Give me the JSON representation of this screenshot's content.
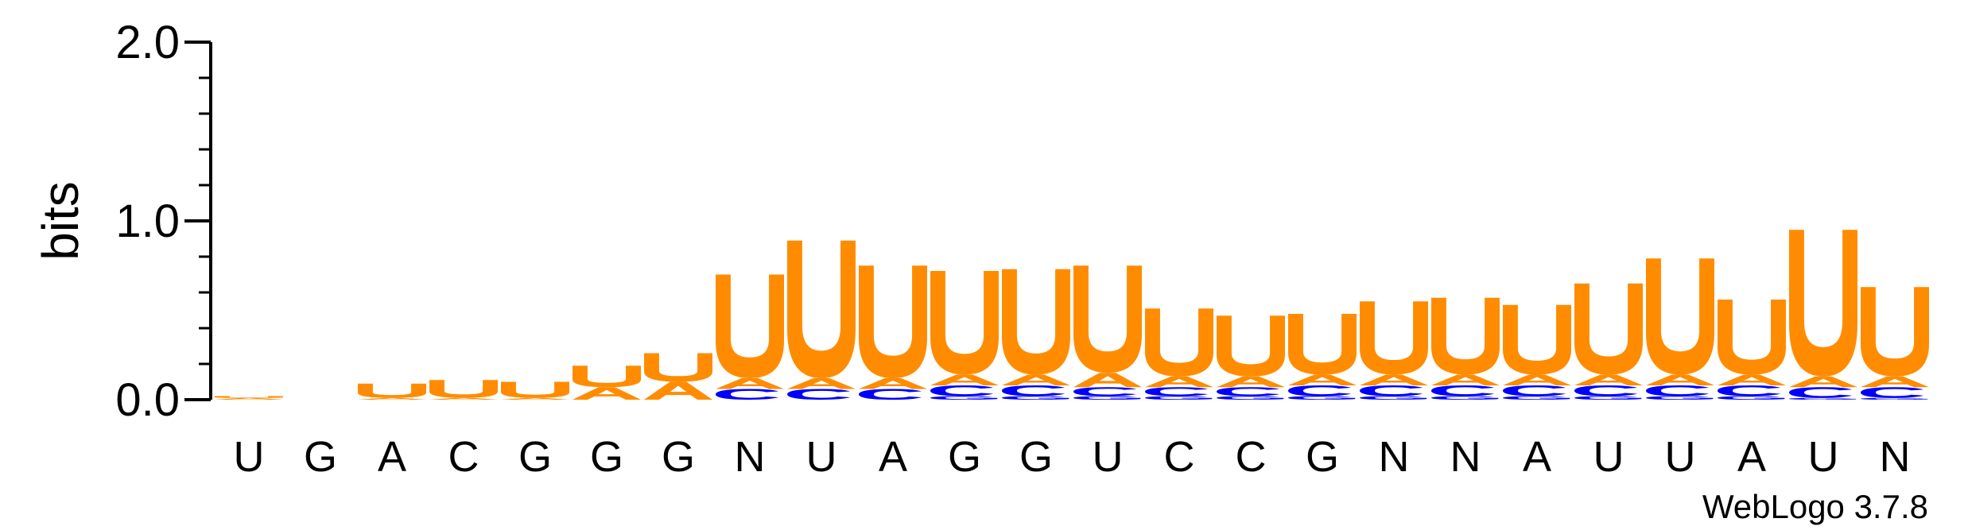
{
  "chart_data": {
    "type": "sequence-logo",
    "ylabel": "bits",
    "ylim": [
      0,
      2.0
    ],
    "yticks": [
      "0.0",
      "1.0",
      "2.0"
    ],
    "yticks_values": [
      0.0,
      1.0,
      2.0
    ],
    "x_labels": [
      "U",
      "G",
      "A",
      "C",
      "G",
      "G",
      "G",
      "N",
      "U",
      "A",
      "G",
      "G",
      "U",
      "C",
      "C",
      "G",
      "N",
      "N",
      "A",
      "U",
      "U",
      "A",
      "U",
      "N"
    ],
    "credit": "WebLogo 3.7.8",
    "colors": {
      "U": "#ff8c00",
      "A": "#ff8c00",
      "C": "#0000ff",
      "G": "#0000ff"
    },
    "positions": [
      {
        "stack": [
          {
            "letter": "A",
            "bits": 0.01
          },
          {
            "letter": "U",
            "bits": 0.01
          }
        ]
      },
      {
        "stack": []
      },
      {
        "stack": [
          {
            "letter": "A",
            "bits": 0.01
          },
          {
            "letter": "U",
            "bits": 0.08
          }
        ]
      },
      {
        "stack": [
          {
            "letter": "A",
            "bits": 0.01
          },
          {
            "letter": "U",
            "bits": 0.1
          }
        ]
      },
      {
        "stack": [
          {
            "letter": "A",
            "bits": 0.01
          },
          {
            "letter": "U",
            "bits": 0.09
          }
        ]
      },
      {
        "stack": [
          {
            "letter": "A",
            "bits": 0.07
          },
          {
            "letter": "U",
            "bits": 0.12
          }
        ]
      },
      {
        "stack": [
          {
            "letter": "A",
            "bits": 0.1
          },
          {
            "letter": "U",
            "bits": 0.16
          }
        ]
      },
      {
        "stack": [
          {
            "letter": "C",
            "bits": 0.06
          },
          {
            "letter": "A",
            "bits": 0.06
          },
          {
            "letter": "U",
            "bits": 0.58
          }
        ]
      },
      {
        "stack": [
          {
            "letter": "C",
            "bits": 0.06
          },
          {
            "letter": "A",
            "bits": 0.06
          },
          {
            "letter": "U",
            "bits": 0.77
          }
        ]
      },
      {
        "stack": [
          {
            "letter": "C",
            "bits": 0.06
          },
          {
            "letter": "A",
            "bits": 0.06
          },
          {
            "letter": "U",
            "bits": 0.63
          }
        ]
      },
      {
        "stack": [
          {
            "letter": "G",
            "bits": 0.02
          },
          {
            "letter": "C",
            "bits": 0.06
          },
          {
            "letter": "A",
            "bits": 0.06
          },
          {
            "letter": "U",
            "bits": 0.58
          }
        ]
      },
      {
        "stack": [
          {
            "letter": "G",
            "bits": 0.02
          },
          {
            "letter": "C",
            "bits": 0.06
          },
          {
            "letter": "A",
            "bits": 0.06
          },
          {
            "letter": "U",
            "bits": 0.59
          }
        ]
      },
      {
        "stack": [
          {
            "letter": "G",
            "bits": 0.02
          },
          {
            "letter": "C",
            "bits": 0.05
          },
          {
            "letter": "A",
            "bits": 0.08
          },
          {
            "letter": "U",
            "bits": 0.6
          }
        ]
      },
      {
        "stack": [
          {
            "letter": "G",
            "bits": 0.02
          },
          {
            "letter": "C",
            "bits": 0.05
          },
          {
            "letter": "A",
            "bits": 0.06
          },
          {
            "letter": "U",
            "bits": 0.38
          }
        ]
      },
      {
        "stack": [
          {
            "letter": "G",
            "bits": 0.02
          },
          {
            "letter": "C",
            "bits": 0.05
          },
          {
            "letter": "A",
            "bits": 0.06
          },
          {
            "letter": "U",
            "bits": 0.34
          }
        ]
      },
      {
        "stack": [
          {
            "letter": "G",
            "bits": 0.02
          },
          {
            "letter": "C",
            "bits": 0.06
          },
          {
            "letter": "A",
            "bits": 0.06
          },
          {
            "letter": "U",
            "bits": 0.34
          }
        ]
      },
      {
        "stack": [
          {
            "letter": "G",
            "bits": 0.02
          },
          {
            "letter": "C",
            "bits": 0.06
          },
          {
            "letter": "A",
            "bits": 0.06
          },
          {
            "letter": "U",
            "bits": 0.41
          }
        ]
      },
      {
        "stack": [
          {
            "letter": "G",
            "bits": 0.02
          },
          {
            "letter": "C",
            "bits": 0.06
          },
          {
            "letter": "A",
            "bits": 0.06
          },
          {
            "letter": "U",
            "bits": 0.43
          }
        ]
      },
      {
        "stack": [
          {
            "letter": "G",
            "bits": 0.02
          },
          {
            "letter": "C",
            "bits": 0.06
          },
          {
            "letter": "A",
            "bits": 0.06
          },
          {
            "letter": "U",
            "bits": 0.39
          }
        ]
      },
      {
        "stack": [
          {
            "letter": "G",
            "bits": 0.02
          },
          {
            "letter": "C",
            "bits": 0.06
          },
          {
            "letter": "A",
            "bits": 0.06
          },
          {
            "letter": "U",
            "bits": 0.51
          }
        ]
      },
      {
        "stack": [
          {
            "letter": "G",
            "bits": 0.02
          },
          {
            "letter": "C",
            "bits": 0.06
          },
          {
            "letter": "A",
            "bits": 0.06
          },
          {
            "letter": "U",
            "bits": 0.65
          }
        ]
      },
      {
        "stack": [
          {
            "letter": "G",
            "bits": 0.02
          },
          {
            "letter": "C",
            "bits": 0.06
          },
          {
            "letter": "A",
            "bits": 0.06
          },
          {
            "letter": "U",
            "bits": 0.42
          }
        ]
      },
      {
        "stack": [
          {
            "letter": "G",
            "bits": 0.01
          },
          {
            "letter": "C",
            "bits": 0.06
          },
          {
            "letter": "A",
            "bits": 0.06
          },
          {
            "letter": "U",
            "bits": 0.82
          }
        ]
      },
      {
        "stack": [
          {
            "letter": "G",
            "bits": 0.01
          },
          {
            "letter": "C",
            "bits": 0.06
          },
          {
            "letter": "A",
            "bits": 0.06
          },
          {
            "letter": "U",
            "bits": 0.5
          }
        ]
      }
    ]
  }
}
